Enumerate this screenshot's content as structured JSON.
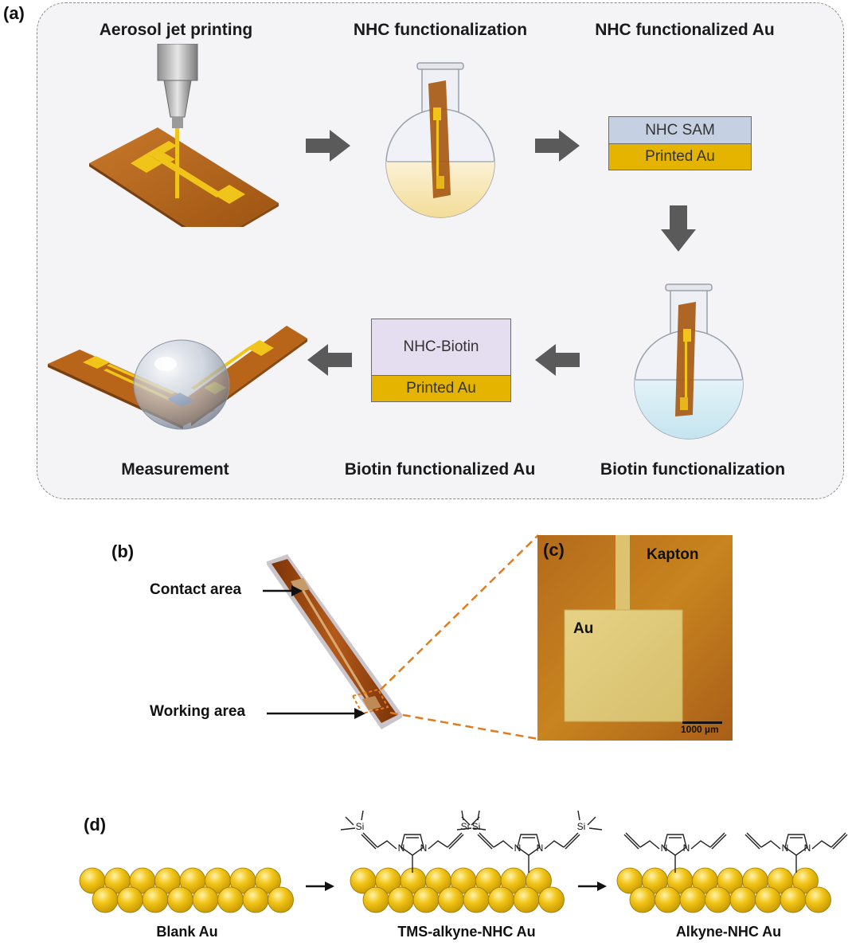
{
  "panel_a": {
    "letter": "(a)",
    "steps": {
      "aerosol": "Aerosol jet printing",
      "nhc_func": "NHC functionalization",
      "nhc_au": "NHC functionalized Au",
      "biotin_func": "Biotin functionalization",
      "biotin_au": "Biotin functionalized Au",
      "measurement": "Measurement"
    },
    "nhc_stack": {
      "top": "NHC SAM",
      "bottom": "Printed Au"
    },
    "biotin_stack": {
      "top": "NHC-Biotin",
      "bottom": "Printed Au"
    },
    "colors": {
      "kapton": "#b8651a",
      "gold": "#e8b800",
      "nhc_layer": "#c5d0e3",
      "biotin_layer": "#e5ddf0",
      "arrow": "#555555"
    }
  },
  "panel_b": {
    "letter": "(b)",
    "contact_label": "Contact area",
    "working_label": "Working area"
  },
  "panel_c": {
    "letter": "(c)",
    "kapton_label": "Kapton",
    "au_label": "Au",
    "scale_label": "1000 µm"
  },
  "panel_d": {
    "letter": "(d)",
    "labels": [
      "Blank Au",
      "TMS-alkyne-NHC Au",
      "Alkyne-NHC Au"
    ],
    "si_label": "Si",
    "n_label": "N"
  }
}
